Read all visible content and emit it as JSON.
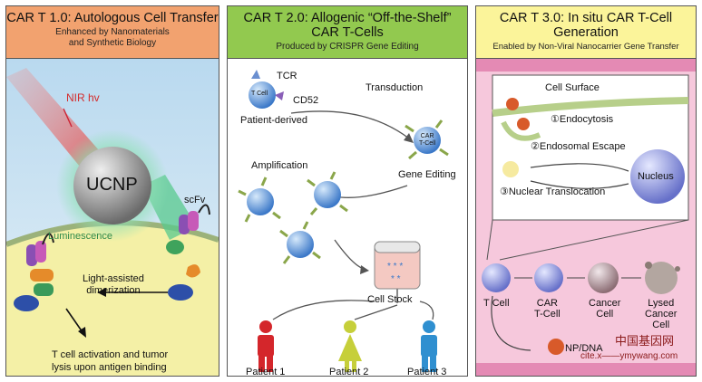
{
  "panel1": {
    "title": "CAR T 1.0: Autologous Cell Transfer",
    "subtitle": "Enhanced by Nanomaterials\nand Synthetic Biology",
    "labels": {
      "nir": "NIR hv",
      "ucnp": "UCNP",
      "scfv": "scFv",
      "luminescence": "Luminescence",
      "dimerization": "Light-assisted\ndimerization",
      "activation": "T cell activation and tumor\nlysis upon antigen binding"
    },
    "colors": {
      "header": "#f2a26f",
      "sky": "#cfe6f5",
      "cell": "#f4f0a6"
    }
  },
  "panel2": {
    "title": "CAR T 2.0: Allogenic “Off-the-Shelf”\nCAR T-Cells",
    "subtitle": "Produced by CRISPR Gene Editing",
    "labels": {
      "tcr": "TCR",
      "tcell": "T Cell",
      "cd52": "CD52",
      "patient_derived": "Patient-derived",
      "transduction": "Transduction",
      "car_tcell": "CAR\nT-Cell",
      "gene_editing": "Gene Editing",
      "amplification": "Amplification",
      "cell_stock": "Cell Stock",
      "patient1": "Patient 1",
      "patient2": "Patient 2",
      "patient3": "Patient 3"
    },
    "colors": {
      "header": "#92c94f",
      "patient1": "#d4262b",
      "patient2": "#c6cf3a",
      "patient3": "#2f8fd0"
    }
  },
  "panel3": {
    "title": "CAR T 3.0: In situ CAR T-Cell\nGeneration",
    "subtitle": "Enabled by Non-Viral Nanocarrier Gene Transfer",
    "labels": {
      "cell_surface": "Cell Surface",
      "endocytosis": "①Endocytosis",
      "endosomal_escape": "②Endosomal Escape",
      "nuclear_translocation": "③Nuclear Translocation",
      "nucleus": "Nucleus",
      "tcell": "T Cell",
      "car_tcell": "CAR\nT-Cell",
      "cancer_cell": "Cancer\nCell",
      "lysed_cancer_cell": "Lysed\nCancer\nCell",
      "np_dna": "NP/DNA"
    },
    "colors": {
      "header": "#fbf49a",
      "vessel": "#f6c8dc"
    }
  },
  "watermark": {
    "text1": "中国基因网",
    "text2": "cite.x——ymywang.com"
  }
}
